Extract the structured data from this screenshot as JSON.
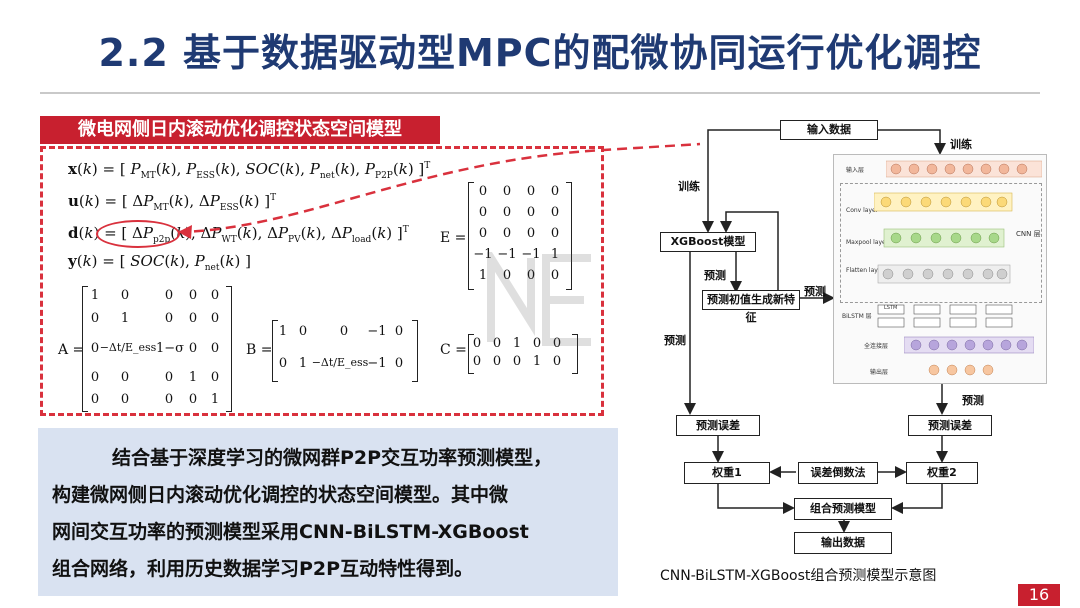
{
  "slide": {
    "title": "2.2 基于数据驱动型MPC的配微协同运行优化调控",
    "page_number": "16"
  },
  "model": {
    "tag": "微电网侧日内滚动优化调控状态空间模型",
    "equations": {
      "x": "x(k) = [P_MT(k), P_ESS(k), SOC(k), P_net(k), P_P2P(k)]^T",
      "u": "u(k) = [ΔP_MT(k), ΔP_ESS(k)]^T",
      "d": "d(k) = [ΔP_p2p(k), ΔP_WT(k), ΔP_PV(k), ΔP_load(k)]^T",
      "y": "y(k) = [SOC(k), P_net(k)]"
    },
    "matrix_labels": {
      "E": "E =",
      "A": "A =",
      "B": "B =",
      "C": "C ="
    },
    "matrix_E": [
      [
        "0",
        "0",
        "0",
        "0"
      ],
      [
        "0",
        "0",
        "0",
        "0"
      ],
      [
        "0",
        "0",
        "0",
        "0"
      ],
      [
        "−1",
        "−1",
        "−1",
        "1"
      ],
      [
        "1",
        "0",
        "0",
        "0"
      ]
    ],
    "matrix_A": [
      [
        "1",
        "0",
        "0",
        "0",
        "0"
      ],
      [
        "0",
        "1",
        "0",
        "0",
        "0"
      ],
      [
        "0",
        "−Δt/E_ess",
        "1−σ",
        "0",
        "0"
      ],
      [
        "0",
        "0",
        "0",
        "1",
        "0"
      ],
      [
        "0",
        "0",
        "0",
        "0",
        "1"
      ]
    ],
    "matrix_B": [
      [
        "1",
        "0",
        "0",
        "−1",
        "0"
      ],
      [
        "0",
        "1",
        "−Δt/E_ess",
        "−1",
        "0"
      ]
    ],
    "matrix_C": [
      [
        "0",
        "0",
        "1",
        "0",
        "0"
      ],
      [
        "0",
        "0",
        "0",
        "1",
        "0"
      ]
    ]
  },
  "description": {
    "lines": [
      "结合基于深度学习的微网群P2P交互功率预测模型，",
      "构建微网侧日内滚动优化调控的状态空间模型。其中微",
      "网间交互功率的预测模型采用CNN-BiLSTM-XGBoost",
      "组合网络，利用历史数据学习P2P互动特性得到。"
    ]
  },
  "flowchart": {
    "input": "输入数据",
    "train_left": "训练",
    "train_right": "训练",
    "xgb": "XGBoost模型",
    "predict_a": "预测",
    "predict_b": "预测",
    "predict_c": "预测",
    "predict_d": "预测",
    "init_feature": "预测初值生成新特征",
    "err_left": "预测误差",
    "err_right": "预测误差",
    "weight1": "权重1",
    "weight2": "权重2",
    "inverse": "误差倒数法",
    "combine": "组合预测模型",
    "output": "输出数据",
    "nn": {
      "input_layer": "输入层",
      "conv_layer": "Conv layer",
      "maxpool_layer": "Maxpool layer",
      "flatten_layer": "Flatten layer",
      "cnn_label": "CNN 层",
      "bilstm_label": "BiLSTM 层",
      "lstm": "LSTM",
      "dense": "全连接层",
      "output_layer": "输出层"
    },
    "caption": "CNN-BiLSTM-XGBoost组合预测模型示意图"
  },
  "colors": {
    "accent_red": "#c8202f",
    "title_blue": "#1f3a73",
    "desc_bg": "#d9e2f1"
  }
}
